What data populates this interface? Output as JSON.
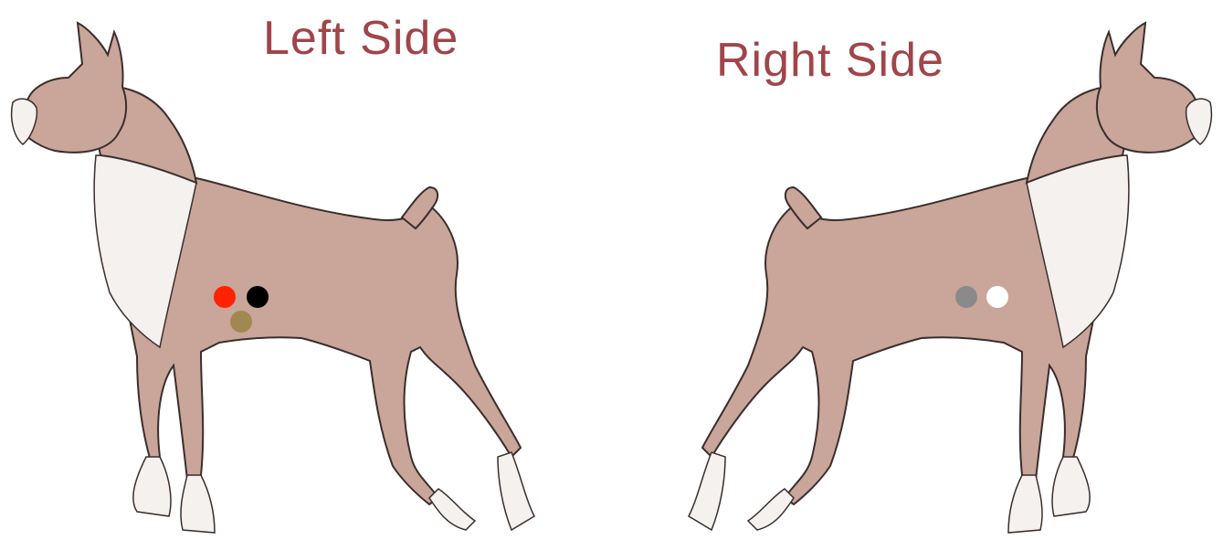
{
  "labels": {
    "left": "Left Side",
    "right": "Right Side",
    "color": "#a0454a"
  },
  "dog": {
    "coat_color": "#c9a59a",
    "coat_shadow": "#a07e74",
    "white_color": "#f4f1ee",
    "outline_color": "#3a2e2c"
  },
  "markers": {
    "left": [
      {
        "name": "red-dot",
        "color": "#ff2200"
      },
      {
        "name": "black-dot",
        "color": "#000000"
      },
      {
        "name": "brown-dot",
        "color": "#a08850"
      }
    ],
    "right": [
      {
        "name": "gray-dot",
        "color": "#8a8a8a"
      },
      {
        "name": "white-dot",
        "color": "#ffffff"
      }
    ]
  }
}
